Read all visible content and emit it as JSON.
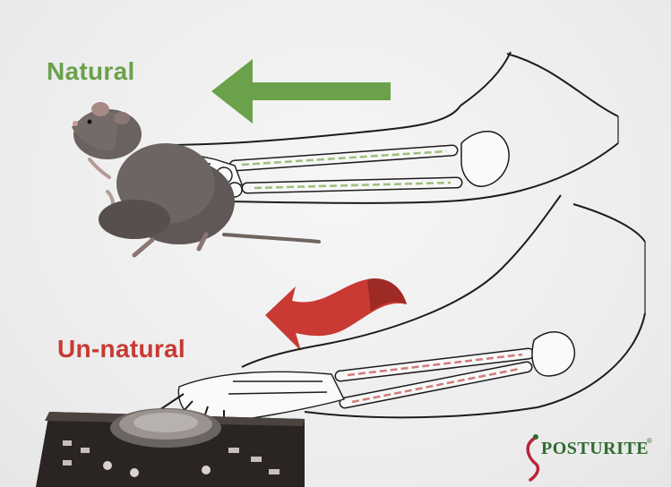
{
  "labels": {
    "natural": "Natural",
    "unnatural": "Un-natural"
  },
  "logo": {
    "brand": "POSTURITE",
    "trademark": "®"
  },
  "colors": {
    "natural_green": "#6aa14a",
    "unnatural_red": "#c83a33",
    "bone_stripe_green": "#9dbf7c",
    "bone_stripe_red": "#cf7d78",
    "outline": "#1c1c1c",
    "logo_green": "#2f6b2e",
    "logo_red": "#b8243b"
  },
  "icons": {
    "natural_arrow": "arrow-left-icon",
    "unnatural_arrow": "twisted-arrow-left-icon",
    "mouse_animal": "rat-illustration",
    "controller": "dj-controller-illustration"
  }
}
